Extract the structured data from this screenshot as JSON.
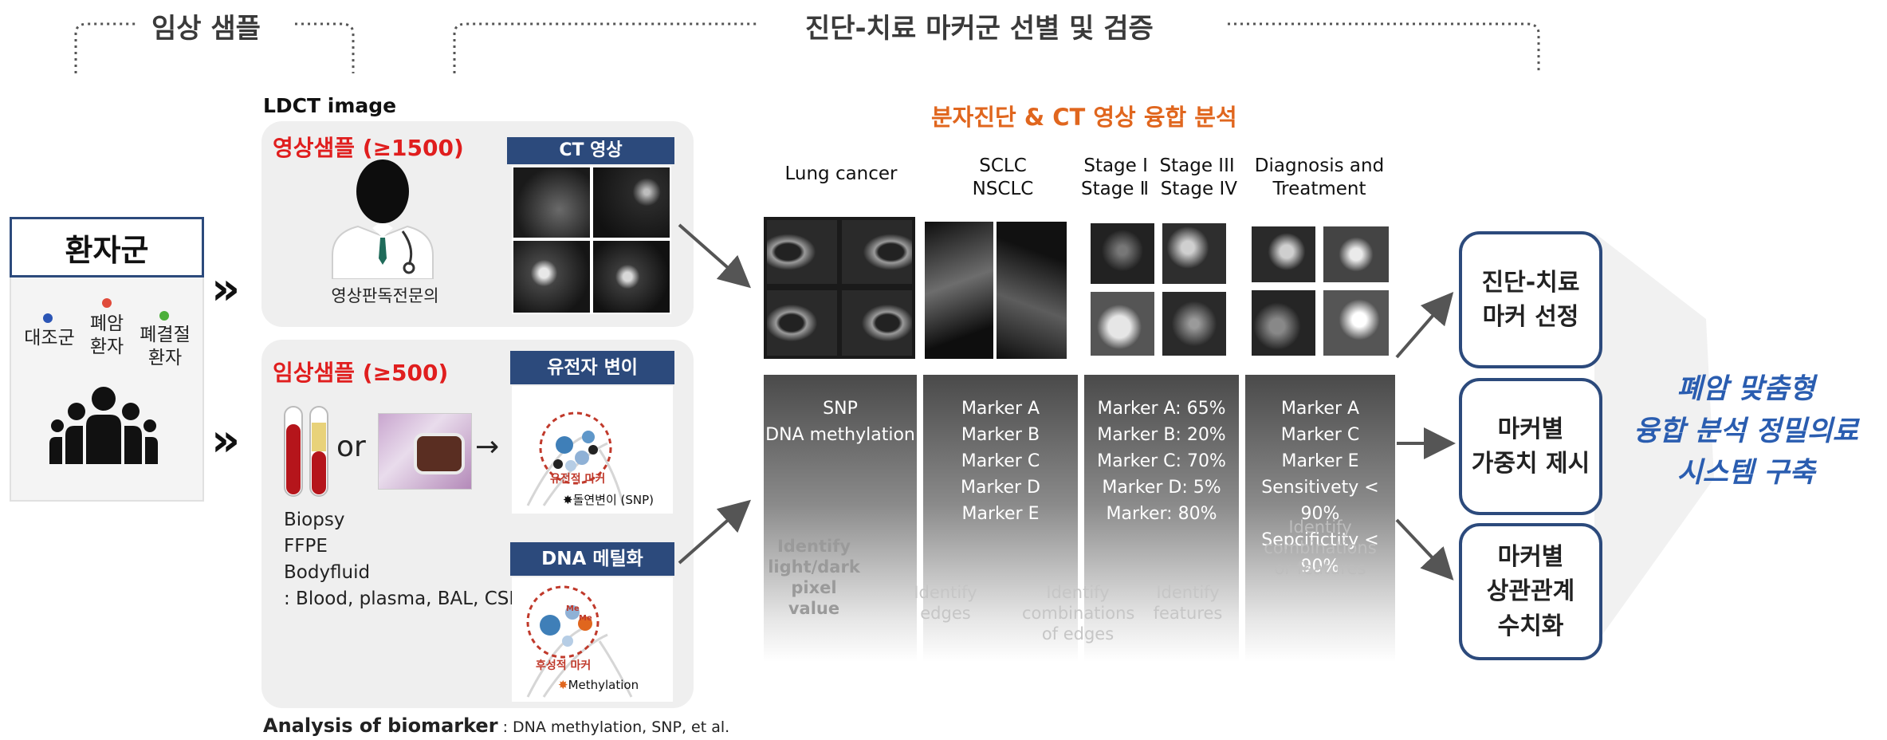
{
  "headers": {
    "clinical": "임상 샘플",
    "markers": "진단-치료 마커군 선별 및 검증"
  },
  "patients": {
    "title": "환자군",
    "groups": [
      {
        "label": "대조군",
        "color": "#2b55b5"
      },
      {
        "label": "폐암\n환자",
        "color": "#e04a3a"
      },
      {
        "label": "폐결절\n환자",
        "color": "#4caf3a"
      }
    ]
  },
  "ldct": {
    "label": "LDCT image",
    "sample": "영상샘플 (≥1500)",
    "doctor": "영상판독전문의",
    "ct_title": "CT 영상"
  },
  "clinical_samples": {
    "sample": "임상샘플 (≥500)",
    "or": "or",
    "gene_title": "유전자 변이",
    "gene_marker": "유전적 마커",
    "snp_label": "돌연변이 (SNP)",
    "dna_title": "DNA 메틸화",
    "epi_marker": "후성적 마커",
    "meth_label": "Methylation",
    "me": "Me",
    "sample_types": [
      "Biopsy",
      "FFPE",
      "Bodyfluid",
      ": Blood, plasma, BAL, CSF"
    ]
  },
  "analysis": {
    "bold": "Analysis of biomarker",
    "rest": " : DNA methylation, SNP,  et al."
  },
  "fusion": {
    "title": "분자진단 & CT 영상 융합 분석",
    "columns": [
      {
        "head": "Lung cancer",
        "body": "SNP\nDNA methylation"
      },
      {
        "head": "SCLC\nNSCLC",
        "body": "Marker A\nMarker B\nMarker C\nMarker D\nMarker E"
      },
      {
        "head": "Stage Ⅰ  Stage III\nStage Ⅱ  Stage IV",
        "body": "Marker A: 65%\nMarker B: 20%\nMarker C: 70%\nMarker D: 5%\nMarker: 80%"
      },
      {
        "head": "Diagnosis and\nTreatment",
        "body": "Marker A\nMarker C\nMarker E\nSensitivety < 90%\nSepcifictity < 90%"
      }
    ],
    "faint": [
      "Identify\nlight/dark\npixel value",
      "Identify\nedges",
      "Identify\ncombinations\nof edges",
      "Identify\nfeatures",
      "Identify\ncombinations\nor features"
    ]
  },
  "outcomes": [
    "진단-치료\n마커 선정",
    "마커별\n가중치 제시",
    "마커별\n상관관계\n수치화"
  ],
  "final": "폐암 맞춤형\n융합 분석 정밀의료\n시스템 구축",
  "colors": {
    "navy": "#2c4a7c",
    "red": "#e01e1e",
    "orange": "#e0661e",
    "final_blue": "#2a5db0"
  }
}
